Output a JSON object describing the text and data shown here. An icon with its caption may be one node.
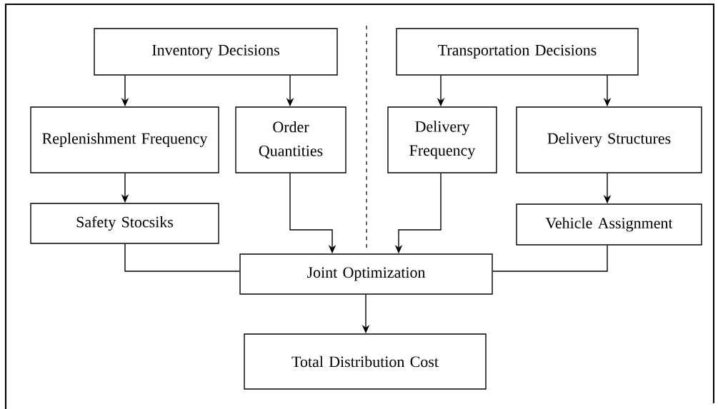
{
  "diagram": {
    "nodes": [
      {
        "text": [
          "Inventory Decisions"
        ]
      },
      {
        "text": [
          "Transportation Decisions"
        ]
      },
      {
        "text": [
          "Replenishment Frequency"
        ]
      },
      {
        "text": [
          "Order Quantities"
        ]
      },
      {
        "text": [
          "Delivery Frequency"
        ]
      },
      {
        "text": [
          "Delivery Structures"
        ]
      },
      {
        "text": [
          "Safety Stocsiks"
        ]
      },
      {
        "text": [
          "Vehicle Assignment"
        ]
      },
      {
        "text": [
          "Joint Optimization"
        ]
      },
      {
        "text": [
          "Total Distribution Cost"
        ]
      }
    ],
    "edges": [
      {
        "from": 0,
        "to": 2,
        "arrow": "to"
      },
      {
        "from": 0,
        "to": 3,
        "arrow": "to"
      },
      {
        "from": 1,
        "to": 4,
        "arrow": "to"
      },
      {
        "from": 1,
        "to": 5,
        "arrow": "to"
      },
      {
        "from": 2,
        "to": 6,
        "arrow": "to"
      },
      {
        "from": 5,
        "to": 7,
        "arrow": "to"
      },
      {
        "from": 3,
        "to": 8,
        "arrow": "to"
      },
      {
        "from": 4,
        "to": 8,
        "arrow": "to"
      },
      {
        "from": 6,
        "to": 8,
        "arrow": "none"
      },
      {
        "from": 7,
        "to": 8,
        "arrow": "none"
      },
      {
        "from": 8,
        "to": 9,
        "arrow": "to"
      }
    ]
  }
}
